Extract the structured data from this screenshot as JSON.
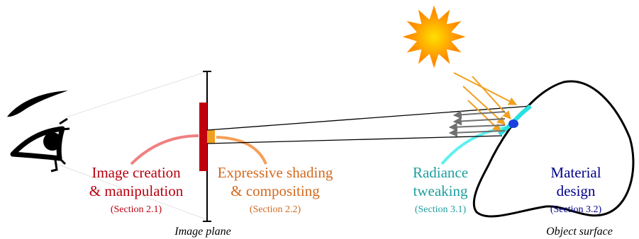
{
  "colors": {
    "image_creation": "#b8000f",
    "expressive_shading": "#d2691e",
    "radiance_tweaking": "#1e9e9e",
    "material_design": "#00008b",
    "red_arc": "#f08080",
    "orange_arc": "#f5a05a",
    "cyan_arc": "#5ff0f0",
    "blue_arc": "#8c8cf0",
    "image_bar": "#c0000f",
    "sun_rays": "#f0a020",
    "reflected_rays": "#808080"
  },
  "icons": {
    "eye": "eye-icon",
    "sun": "sun-icon"
  },
  "categories": {
    "image_creation": {
      "line1": "Image creation",
      "line2": "& manipulation",
      "section": "(Section 2.1)"
    },
    "expressive_shading": {
      "line1": "Expressive shading",
      "line2": "& compositing",
      "section": "(Section 2.2)"
    },
    "radiance_tweaking": {
      "line1": "Radiance",
      "line2": "tweaking",
      "section": "(Section 3.1)"
    },
    "material_design": {
      "line1": "Material",
      "line2": "design",
      "section": "(Section 3.2)"
    }
  },
  "labels": {
    "image_plane": "Image plane",
    "object_surface": "Object surface"
  }
}
